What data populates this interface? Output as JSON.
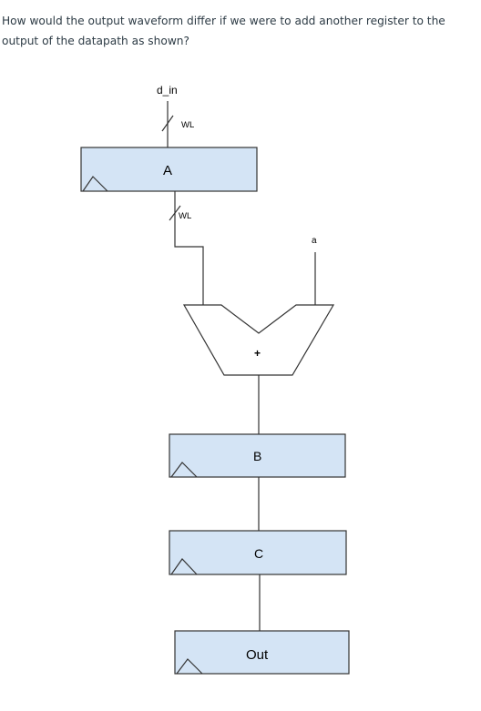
{
  "question": {
    "text": "How would the output waveform differ if we were to add another register to the output of the datapath as shown?"
  },
  "diagram": {
    "input_label": "d_in",
    "bus_width_label_top": "WL",
    "bus_width_label_mid": "WL",
    "register_a_label": "A",
    "adder_label": "+",
    "input_a_label": "a",
    "register_b_label": "B",
    "register_c_label": "C",
    "register_out_label": "Out",
    "colors": {
      "register_fill": "#d4e4f5",
      "stroke": "#333333"
    }
  }
}
